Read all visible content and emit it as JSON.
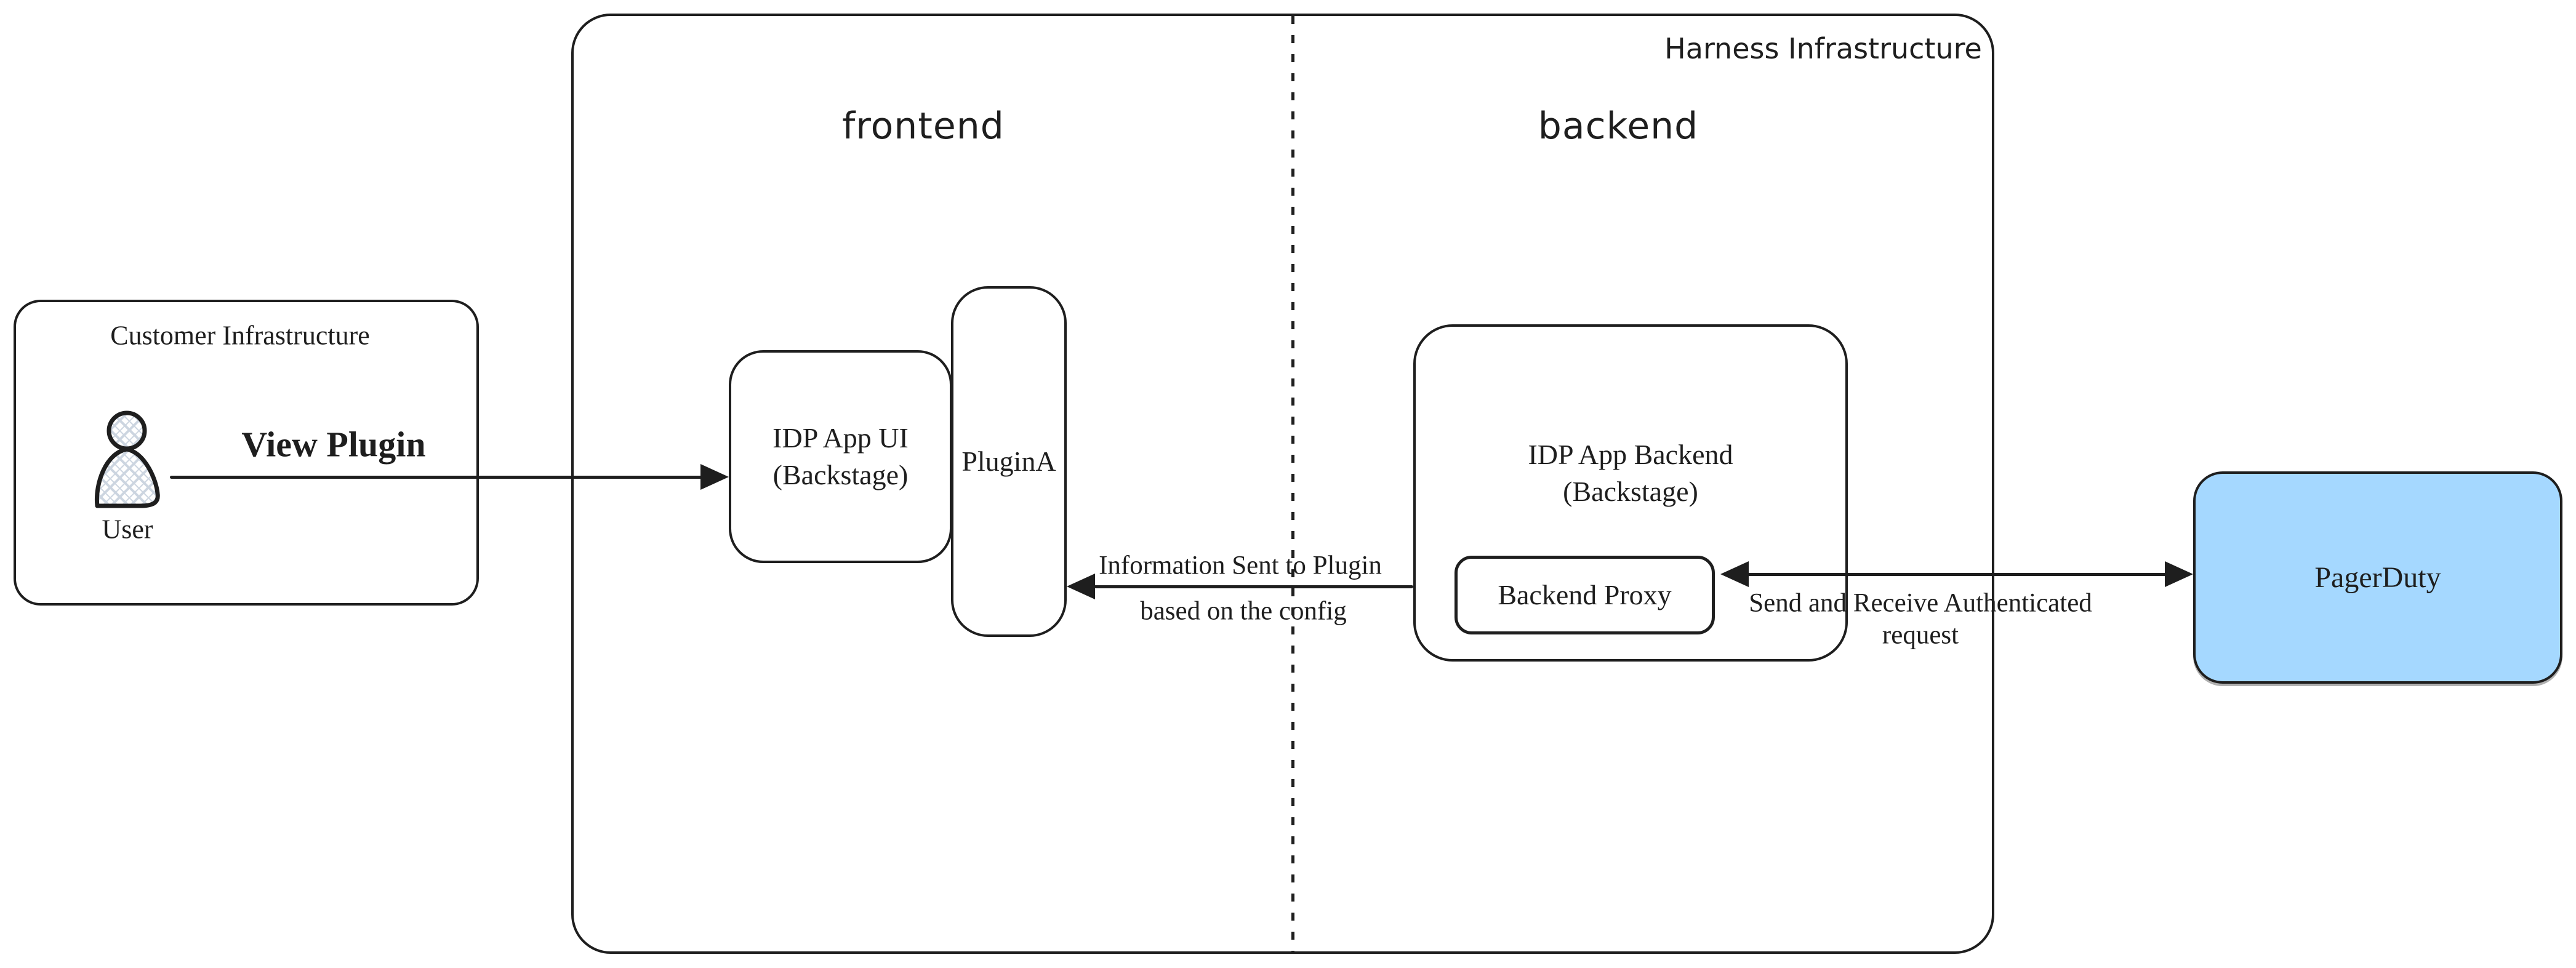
{
  "containers": {
    "harness": {
      "label": "Harness Infrastructure",
      "frontend_zone_label": "frontend",
      "backend_zone_label": "backend"
    },
    "customer": {
      "label": "Customer Infrastructure"
    }
  },
  "nodes": {
    "user": {
      "label": "User"
    },
    "idp_app_ui": {
      "line1": "IDP App UI",
      "line2": "(Backstage)"
    },
    "plugin_a": {
      "label": "PluginA"
    },
    "idp_app_backend": {
      "line1": "IDP App Backend",
      "line2": "(Backstage)"
    },
    "backend_proxy": {
      "label": "Backend Proxy"
    },
    "pagerduty": {
      "label": "PagerDuty"
    }
  },
  "edges": {
    "view_plugin": {
      "label": "View Plugin",
      "from": "User",
      "to": "IDP App UI (Backstage)",
      "direction": "right"
    },
    "info_to_plugin": {
      "line1": "Information Sent to Plugin",
      "line2": "based on the config",
      "from": "IDP App Backend (Backstage)",
      "to": "PluginA",
      "direction": "left"
    },
    "auth_request": {
      "line1": "Send and Receive Authenticated",
      "line2": "request",
      "from": "Backend Proxy",
      "to": "PagerDuty",
      "direction": "both"
    }
  },
  "colors": {
    "stroke": "#1e1e1e",
    "background": "#ffffff",
    "pagerduty_fill": "#a5d8ff",
    "user_hatch": "#ccd5e0"
  }
}
